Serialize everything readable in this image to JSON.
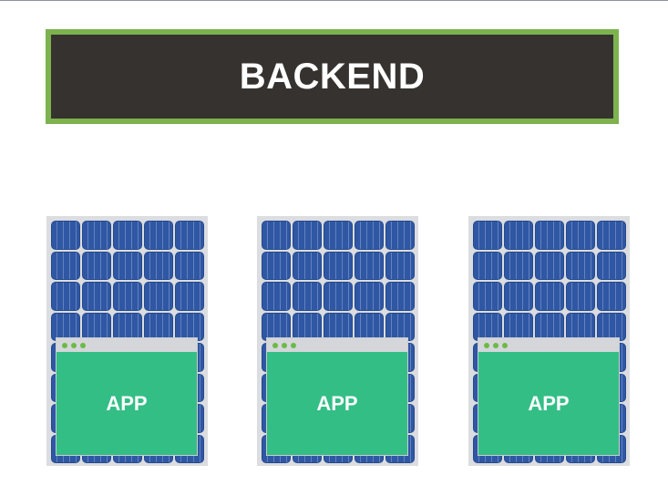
{
  "backend": {
    "label": "BACKEND",
    "fill_color": "#353230",
    "border_color": "#7db24e"
  },
  "panels": [
    {
      "label": "APP"
    },
    {
      "label": "APP"
    },
    {
      "label": "APP"
    }
  ],
  "colors": {
    "solar_cell": "#2f57a4",
    "app_fill": "#33be86",
    "window_dot": "#6cba45",
    "titlebar": "#d4d6da"
  }
}
